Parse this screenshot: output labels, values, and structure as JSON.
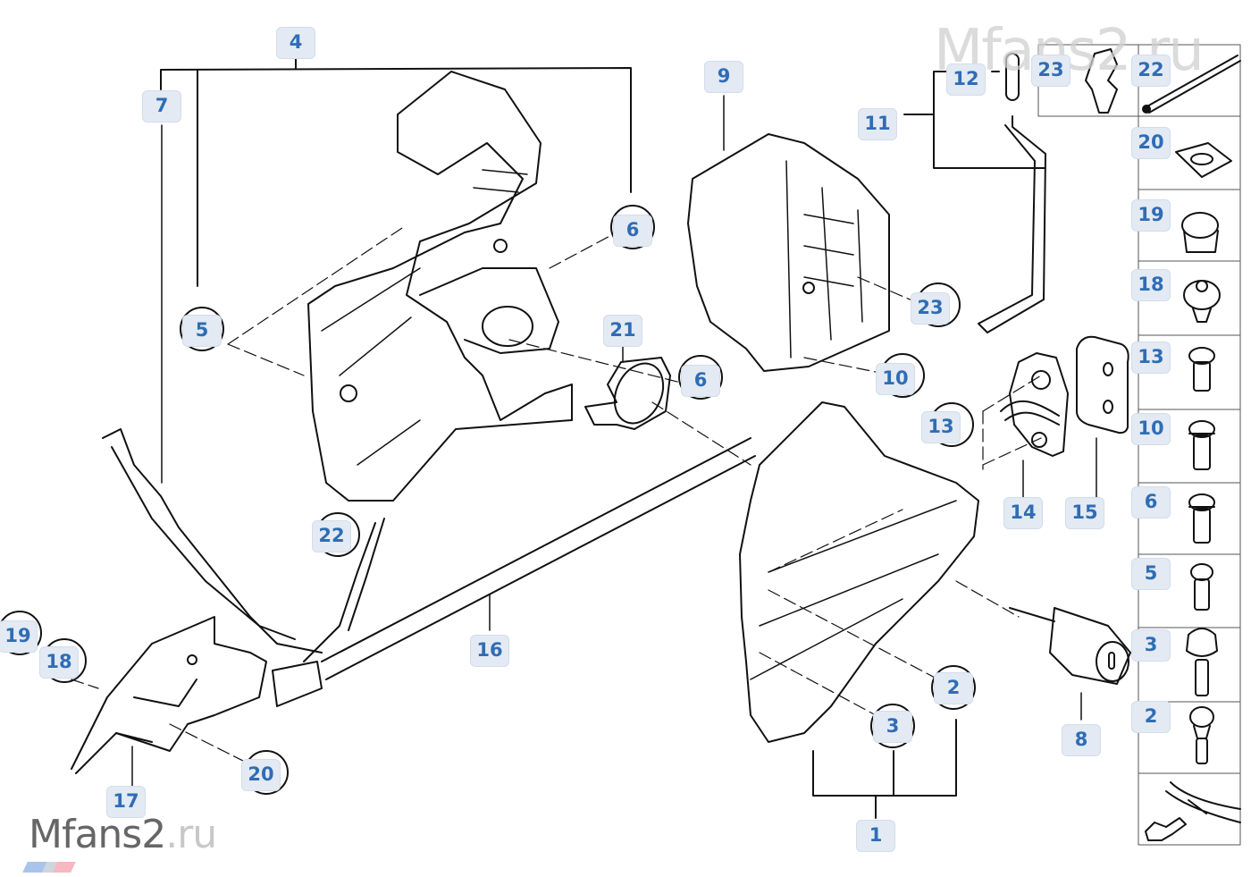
{
  "watermark": {
    "top": "Mfans2.ru",
    "bottom_main": "Mfans2",
    "bottom_suffix": ".ru"
  },
  "diagram": {
    "title": "Outside door handle / lock cylinder parts diagram",
    "callouts": [
      {
        "id": "c4",
        "label": "4",
        "style": "box"
      },
      {
        "id": "c7",
        "label": "7",
        "style": "box"
      },
      {
        "id": "c5",
        "label": "5",
        "style": "circle"
      },
      {
        "id": "c6a",
        "label": "6",
        "style": "circle"
      },
      {
        "id": "c9",
        "label": "9",
        "style": "box"
      },
      {
        "id": "c11",
        "label": "11",
        "style": "box"
      },
      {
        "id": "c12",
        "label": "12",
        "style": "box"
      },
      {
        "id": "c23a",
        "label": "23",
        "style": "circle"
      },
      {
        "id": "c10",
        "label": "10",
        "style": "circle"
      },
      {
        "id": "c21",
        "label": "21",
        "style": "box"
      },
      {
        "id": "c6b",
        "label": "6",
        "style": "circle"
      },
      {
        "id": "c13",
        "label": "13",
        "style": "circle"
      },
      {
        "id": "c14",
        "label": "14",
        "style": "box"
      },
      {
        "id": "c15",
        "label": "15",
        "style": "box"
      },
      {
        "id": "c22",
        "label": "22",
        "style": "circle"
      },
      {
        "id": "c16",
        "label": "16",
        "style": "box"
      },
      {
        "id": "c19",
        "label": "19",
        "style": "circle"
      },
      {
        "id": "c18",
        "label": "18",
        "style": "circle"
      },
      {
        "id": "c17",
        "label": "17",
        "style": "box"
      },
      {
        "id": "c20",
        "label": "20",
        "style": "circle"
      },
      {
        "id": "c2",
        "label": "2",
        "style": "circle"
      },
      {
        "id": "c3",
        "label": "3",
        "style": "circle"
      },
      {
        "id": "c1",
        "label": "1",
        "style": "box"
      },
      {
        "id": "c8",
        "label": "8",
        "style": "box"
      }
    ]
  },
  "parts_panel": {
    "cells": [
      {
        "label": "23",
        "part": "expanding-rivet"
      },
      {
        "label": "22",
        "part": "cable-tie"
      },
      {
        "label": "20",
        "part": "spring-nut"
      },
      {
        "label": "19",
        "part": "plug"
      },
      {
        "label": "18",
        "part": "expanding-rivet-round"
      },
      {
        "label": "13",
        "part": "screw"
      },
      {
        "label": "10",
        "part": "screw-with-washer"
      },
      {
        "label": "6",
        "part": "screw-with-washer"
      },
      {
        "label": "5",
        "part": "screw"
      },
      {
        "label": "3",
        "part": "button-large"
      },
      {
        "label": "2",
        "part": "button-small"
      }
    ],
    "nav": {
      "part": "vehicle-front-nav",
      "arrow": "arrow-left"
    }
  },
  "colors": {
    "label_text": "#2f6db5",
    "label_fill": "#e3eaf3",
    "line": "#111111"
  }
}
